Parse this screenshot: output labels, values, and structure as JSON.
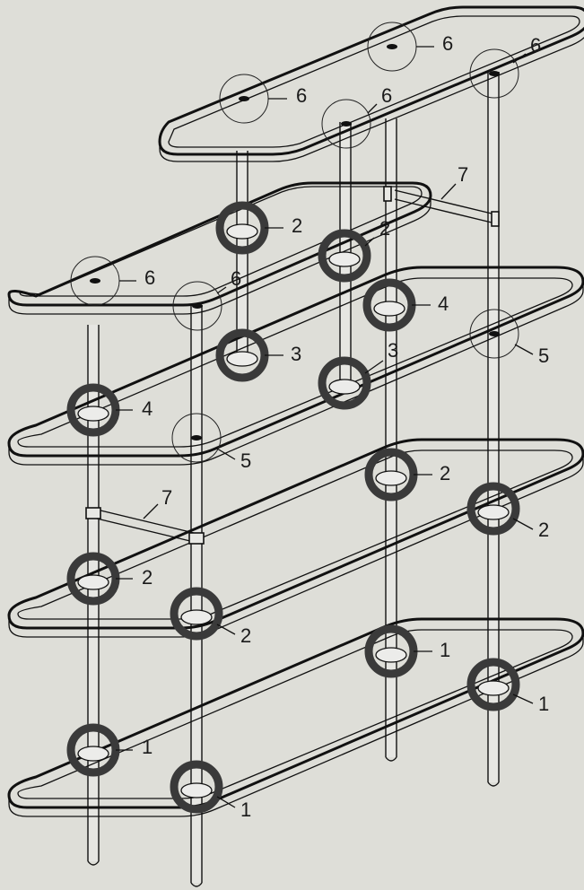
{
  "diagram": {
    "background": "#deded8",
    "line_color": "#111111",
    "callout_ring_color": "#3a3a3a",
    "callouts": [
      {
        "id": "c6a",
        "label": "6",
        "style": "thin"
      },
      {
        "id": "c6b",
        "label": "6",
        "style": "thin"
      },
      {
        "id": "c6c",
        "label": "6",
        "style": "thin"
      },
      {
        "id": "c6d",
        "label": "6",
        "style": "thin"
      },
      {
        "id": "c6e",
        "label": "6",
        "style": "thin"
      },
      {
        "id": "c6f",
        "label": "6",
        "style": "thin"
      },
      {
        "id": "c7a",
        "label": "7",
        "style": "none"
      },
      {
        "id": "c2a",
        "label": "2",
        "style": "bold"
      },
      {
        "id": "c2b",
        "label": "2",
        "style": "bold"
      },
      {
        "id": "c4a",
        "label": "4",
        "style": "bold"
      },
      {
        "id": "c5a",
        "label": "5",
        "style": "thin"
      },
      {
        "id": "c3a",
        "label": "3",
        "style": "bold"
      },
      {
        "id": "c3b",
        "label": "3",
        "style": "bold"
      },
      {
        "id": "c4b",
        "label": "4",
        "style": "bold"
      },
      {
        "id": "c5b",
        "label": "5",
        "style": "thin"
      },
      {
        "id": "c2c",
        "label": "2",
        "style": "bold"
      },
      {
        "id": "c2d",
        "label": "2",
        "style": "bold"
      },
      {
        "id": "c7b",
        "label": "7",
        "style": "none"
      },
      {
        "id": "c2e",
        "label": "2",
        "style": "bold"
      },
      {
        "id": "c2f",
        "label": "2",
        "style": "bold"
      },
      {
        "id": "c1a",
        "label": "1",
        "style": "bold"
      },
      {
        "id": "c1b",
        "label": "1",
        "style": "bold"
      },
      {
        "id": "c1c",
        "label": "1",
        "style": "bold"
      },
      {
        "id": "c1d",
        "label": "1",
        "style": "bold"
      }
    ]
  }
}
